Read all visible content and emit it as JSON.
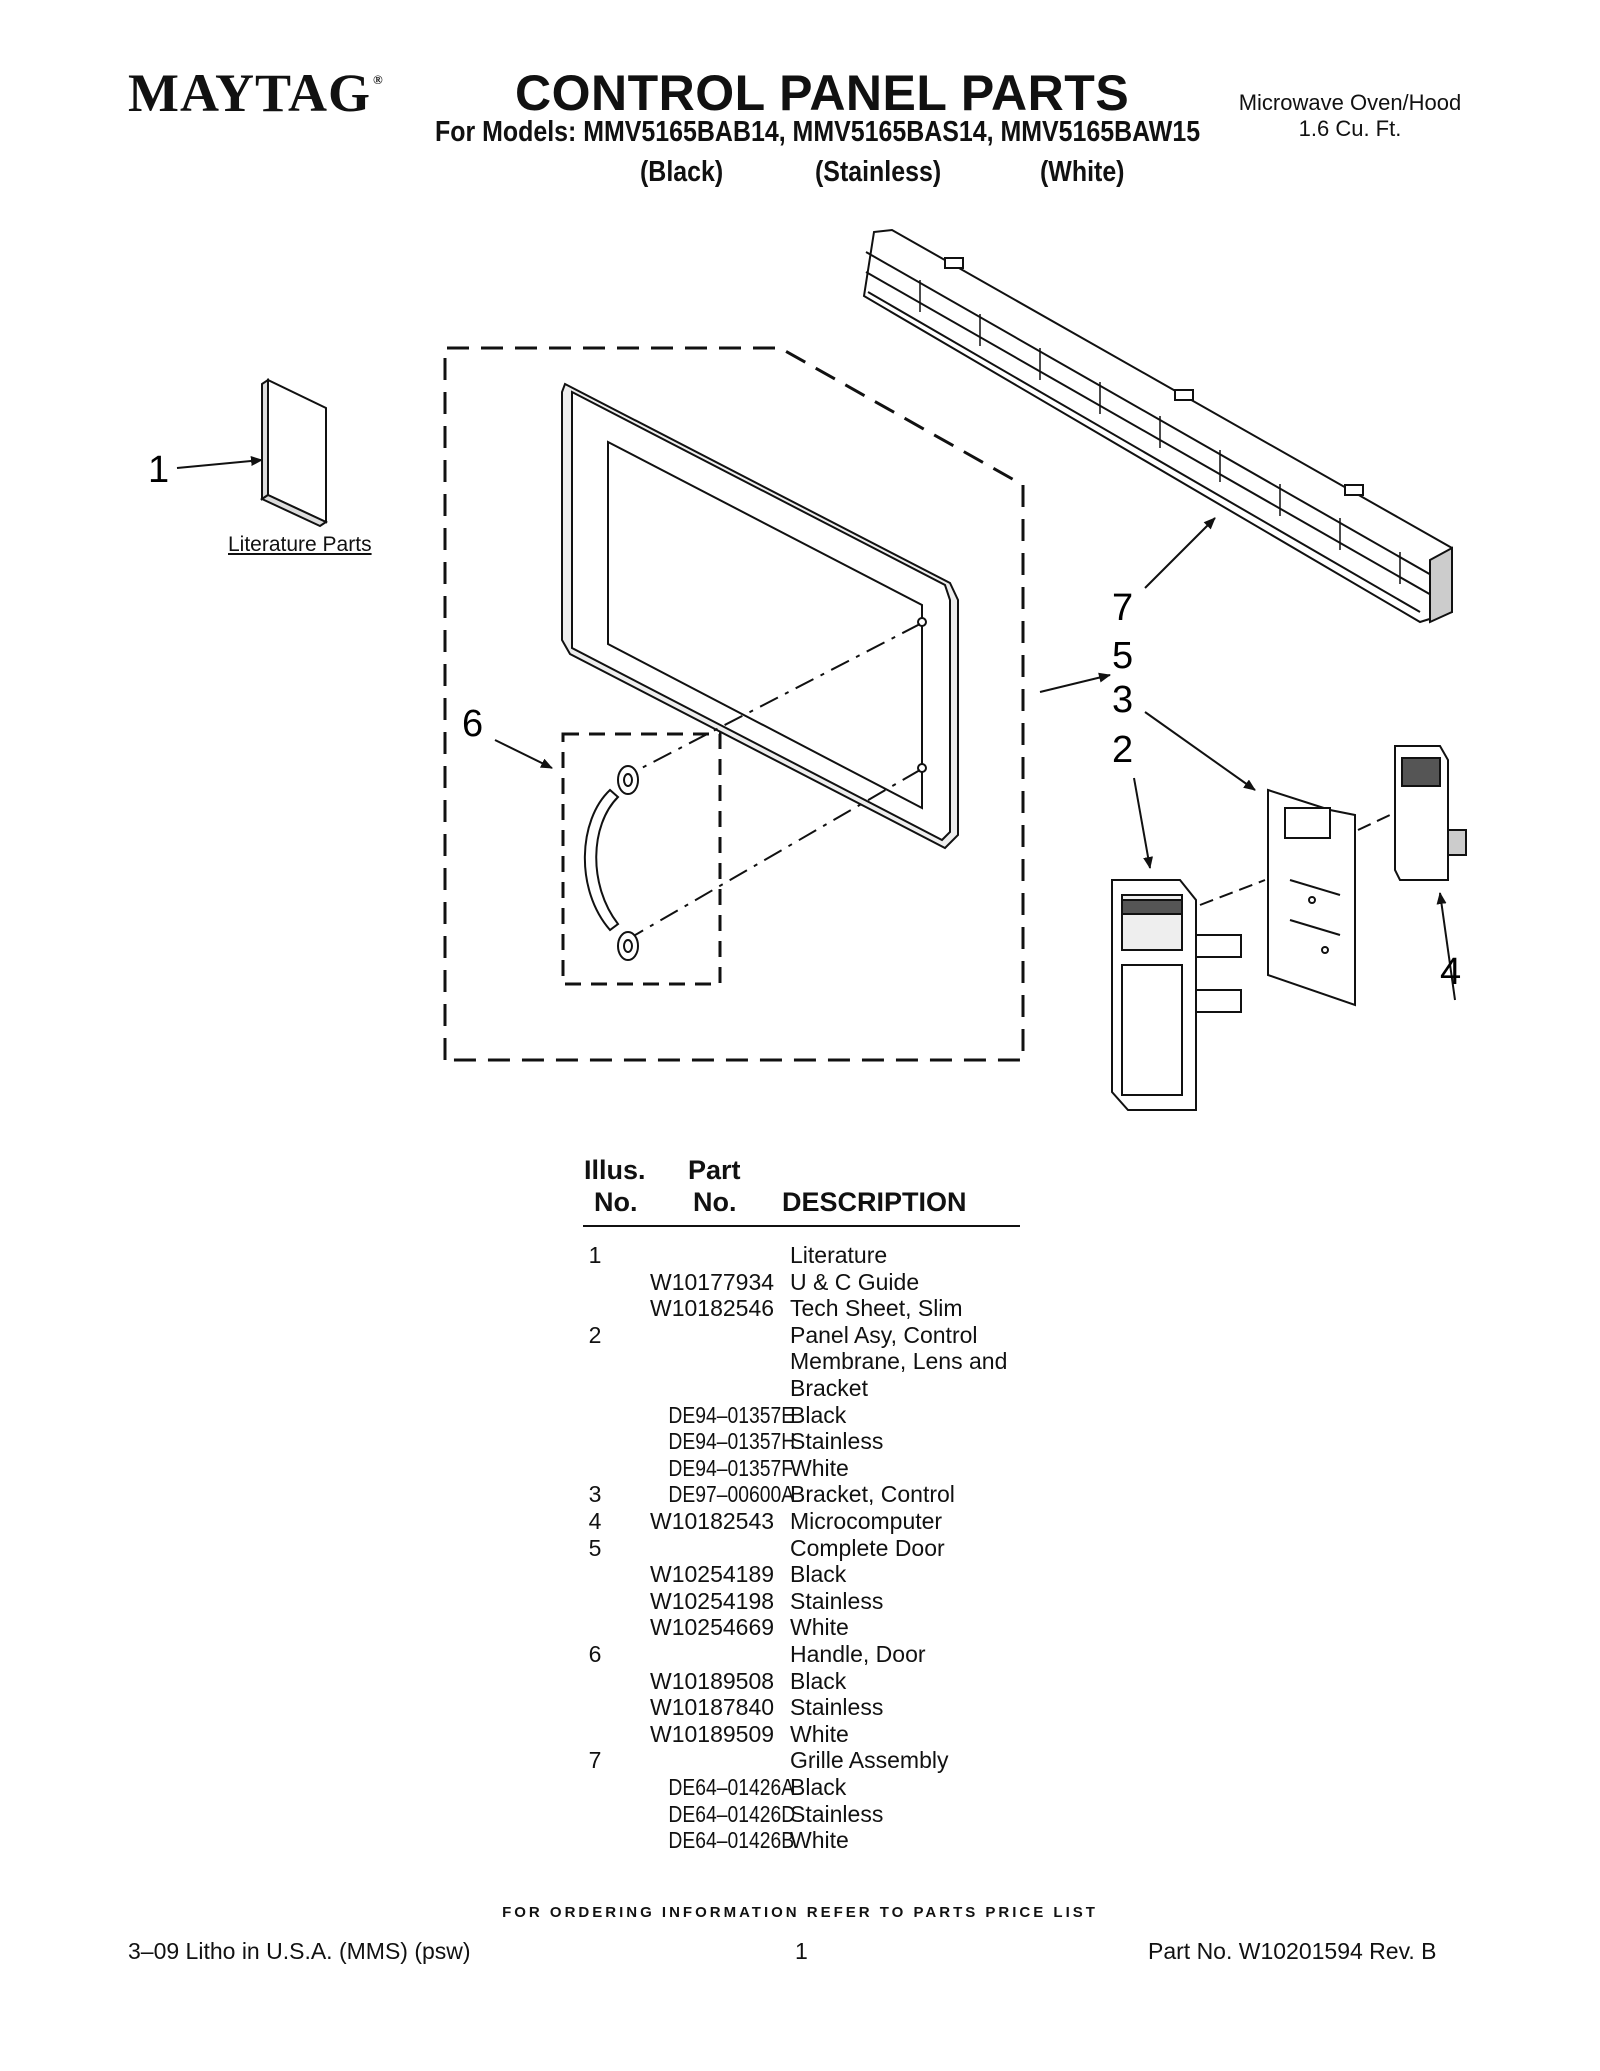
{
  "header": {
    "brand": "MAYTAG",
    "brand_mark": "®",
    "title": "CONTROL PANEL PARTS",
    "models_line": "For Models: MMV5165BAB14, MMV5165BAS14, MMV5165BAW15",
    "variants": [
      "(Black)",
      "(Stainless)",
      "(White)"
    ],
    "product_type": "Microwave Oven/Hood",
    "capacity": "1.6 Cu. Ft."
  },
  "diagram": {
    "callouts": [
      "1",
      "7",
      "5",
      "3",
      "2",
      "6",
      "4"
    ],
    "literature_label": "Literature Parts"
  },
  "table": {
    "headers": {
      "illus_top": "Illus.",
      "illus_bottom": "No.",
      "part_top": "Part",
      "part_bottom": "No.",
      "description": "DESCRIPTION"
    },
    "rows": [
      {
        "illus": "1",
        "part": "",
        "desc": "Literature"
      },
      {
        "illus": "",
        "part": "W10177934",
        "desc": "U & C Guide"
      },
      {
        "illus": "",
        "part": "W10182546",
        "desc": "Tech Sheet, Slim"
      },
      {
        "illus": "2",
        "part": "",
        "desc": "Panel Asy, Control"
      },
      {
        "illus": "",
        "part": "",
        "desc": "Membrane, Lens and"
      },
      {
        "illus": "",
        "part": "",
        "desc": "Bracket"
      },
      {
        "illus": "",
        "part": "DE94–01357E",
        "desc": "Black"
      },
      {
        "illus": "",
        "part": "DE94–01357H",
        "desc": "Stainless"
      },
      {
        "illus": "",
        "part": "DE94–01357F",
        "desc": "White"
      },
      {
        "illus": "3",
        "part": "DE97–00600A",
        "desc": "Bracket, Control"
      },
      {
        "illus": "4",
        "part": "W10182543",
        "desc": "Microcomputer"
      },
      {
        "illus": "5",
        "part": "",
        "desc": "Complete Door"
      },
      {
        "illus": "",
        "part": "W10254189",
        "desc": "Black"
      },
      {
        "illus": "",
        "part": "W10254198",
        "desc": "Stainless"
      },
      {
        "illus": "",
        "part": "W10254669",
        "desc": "White"
      },
      {
        "illus": "6",
        "part": "",
        "desc": "Handle, Door"
      },
      {
        "illus": "",
        "part": "W10189508",
        "desc": "Black"
      },
      {
        "illus": "",
        "part": "W10187840",
        "desc": "Stainless"
      },
      {
        "illus": "",
        "part": "W10189509",
        "desc": "White"
      },
      {
        "illus": "7",
        "part": "",
        "desc": "Grille Assembly"
      },
      {
        "illus": "",
        "part": "DE64–01426A",
        "desc": "Black"
      },
      {
        "illus": "",
        "part": "DE64–01426D",
        "desc": "Stainless"
      },
      {
        "illus": "",
        "part": "DE64–01426B",
        "desc": "White"
      }
    ]
  },
  "footer": {
    "ordering_note": "FOR ORDERING INFORMATION REFER TO PARTS PRICE LIST",
    "litho": "3–09 Litho in U.S.A. (MMS) (psw)",
    "page_number": "1",
    "part_number": "Part No. W10201594 Rev. B"
  }
}
